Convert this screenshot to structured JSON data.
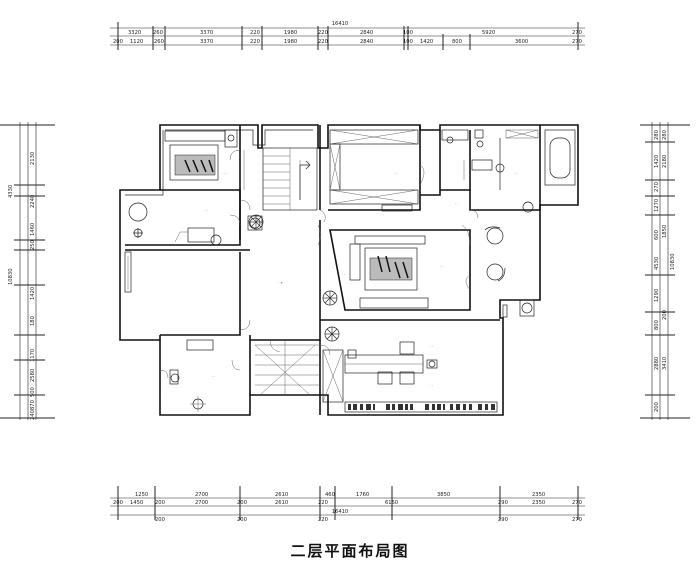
{
  "caption": "二层平面布局图",
  "dimensions": {
    "top_total": "16410",
    "top_row1": [
      "3320",
      "260",
      "3370",
      "220",
      "1980",
      "220",
      "2840",
      "100",
      "5920",
      "270"
    ],
    "top_row2": [
      "200",
      "1120",
      "260",
      "3370",
      "220",
      "1980",
      "220",
      "2840",
      "100",
      "1420",
      "800",
      "3600",
      "270"
    ],
    "bottom_row1": [
      "1250",
      "2700",
      "2610",
      "460",
      "1760",
      "3850",
      "2350"
    ],
    "bottom_row2": [
      "200",
      "1450",
      "200",
      "2700",
      "200",
      "2610",
      "220",
      "6150",
      "290",
      "2350",
      "270"
    ],
    "bottom_total": "16410",
    "bottom_total_row": [
      "200",
      "200",
      "220",
      "290",
      "270"
    ],
    "left_outer": [
      "4330",
      "10830"
    ],
    "left_inner": [
      "2130",
      "2240",
      "1460",
      "250",
      "1420",
      "180",
      "1170",
      "2580",
      "500",
      "870",
      "240"
    ],
    "right_outer": [
      "10830"
    ],
    "right_inner": [
      "280",
      "1420",
      "2180",
      "270",
      "1270",
      "600",
      "4530",
      "1290",
      "800",
      "200",
      "2880",
      "3410",
      "200"
    ],
    "right_extra": [
      "1850",
      "280"
    ]
  }
}
